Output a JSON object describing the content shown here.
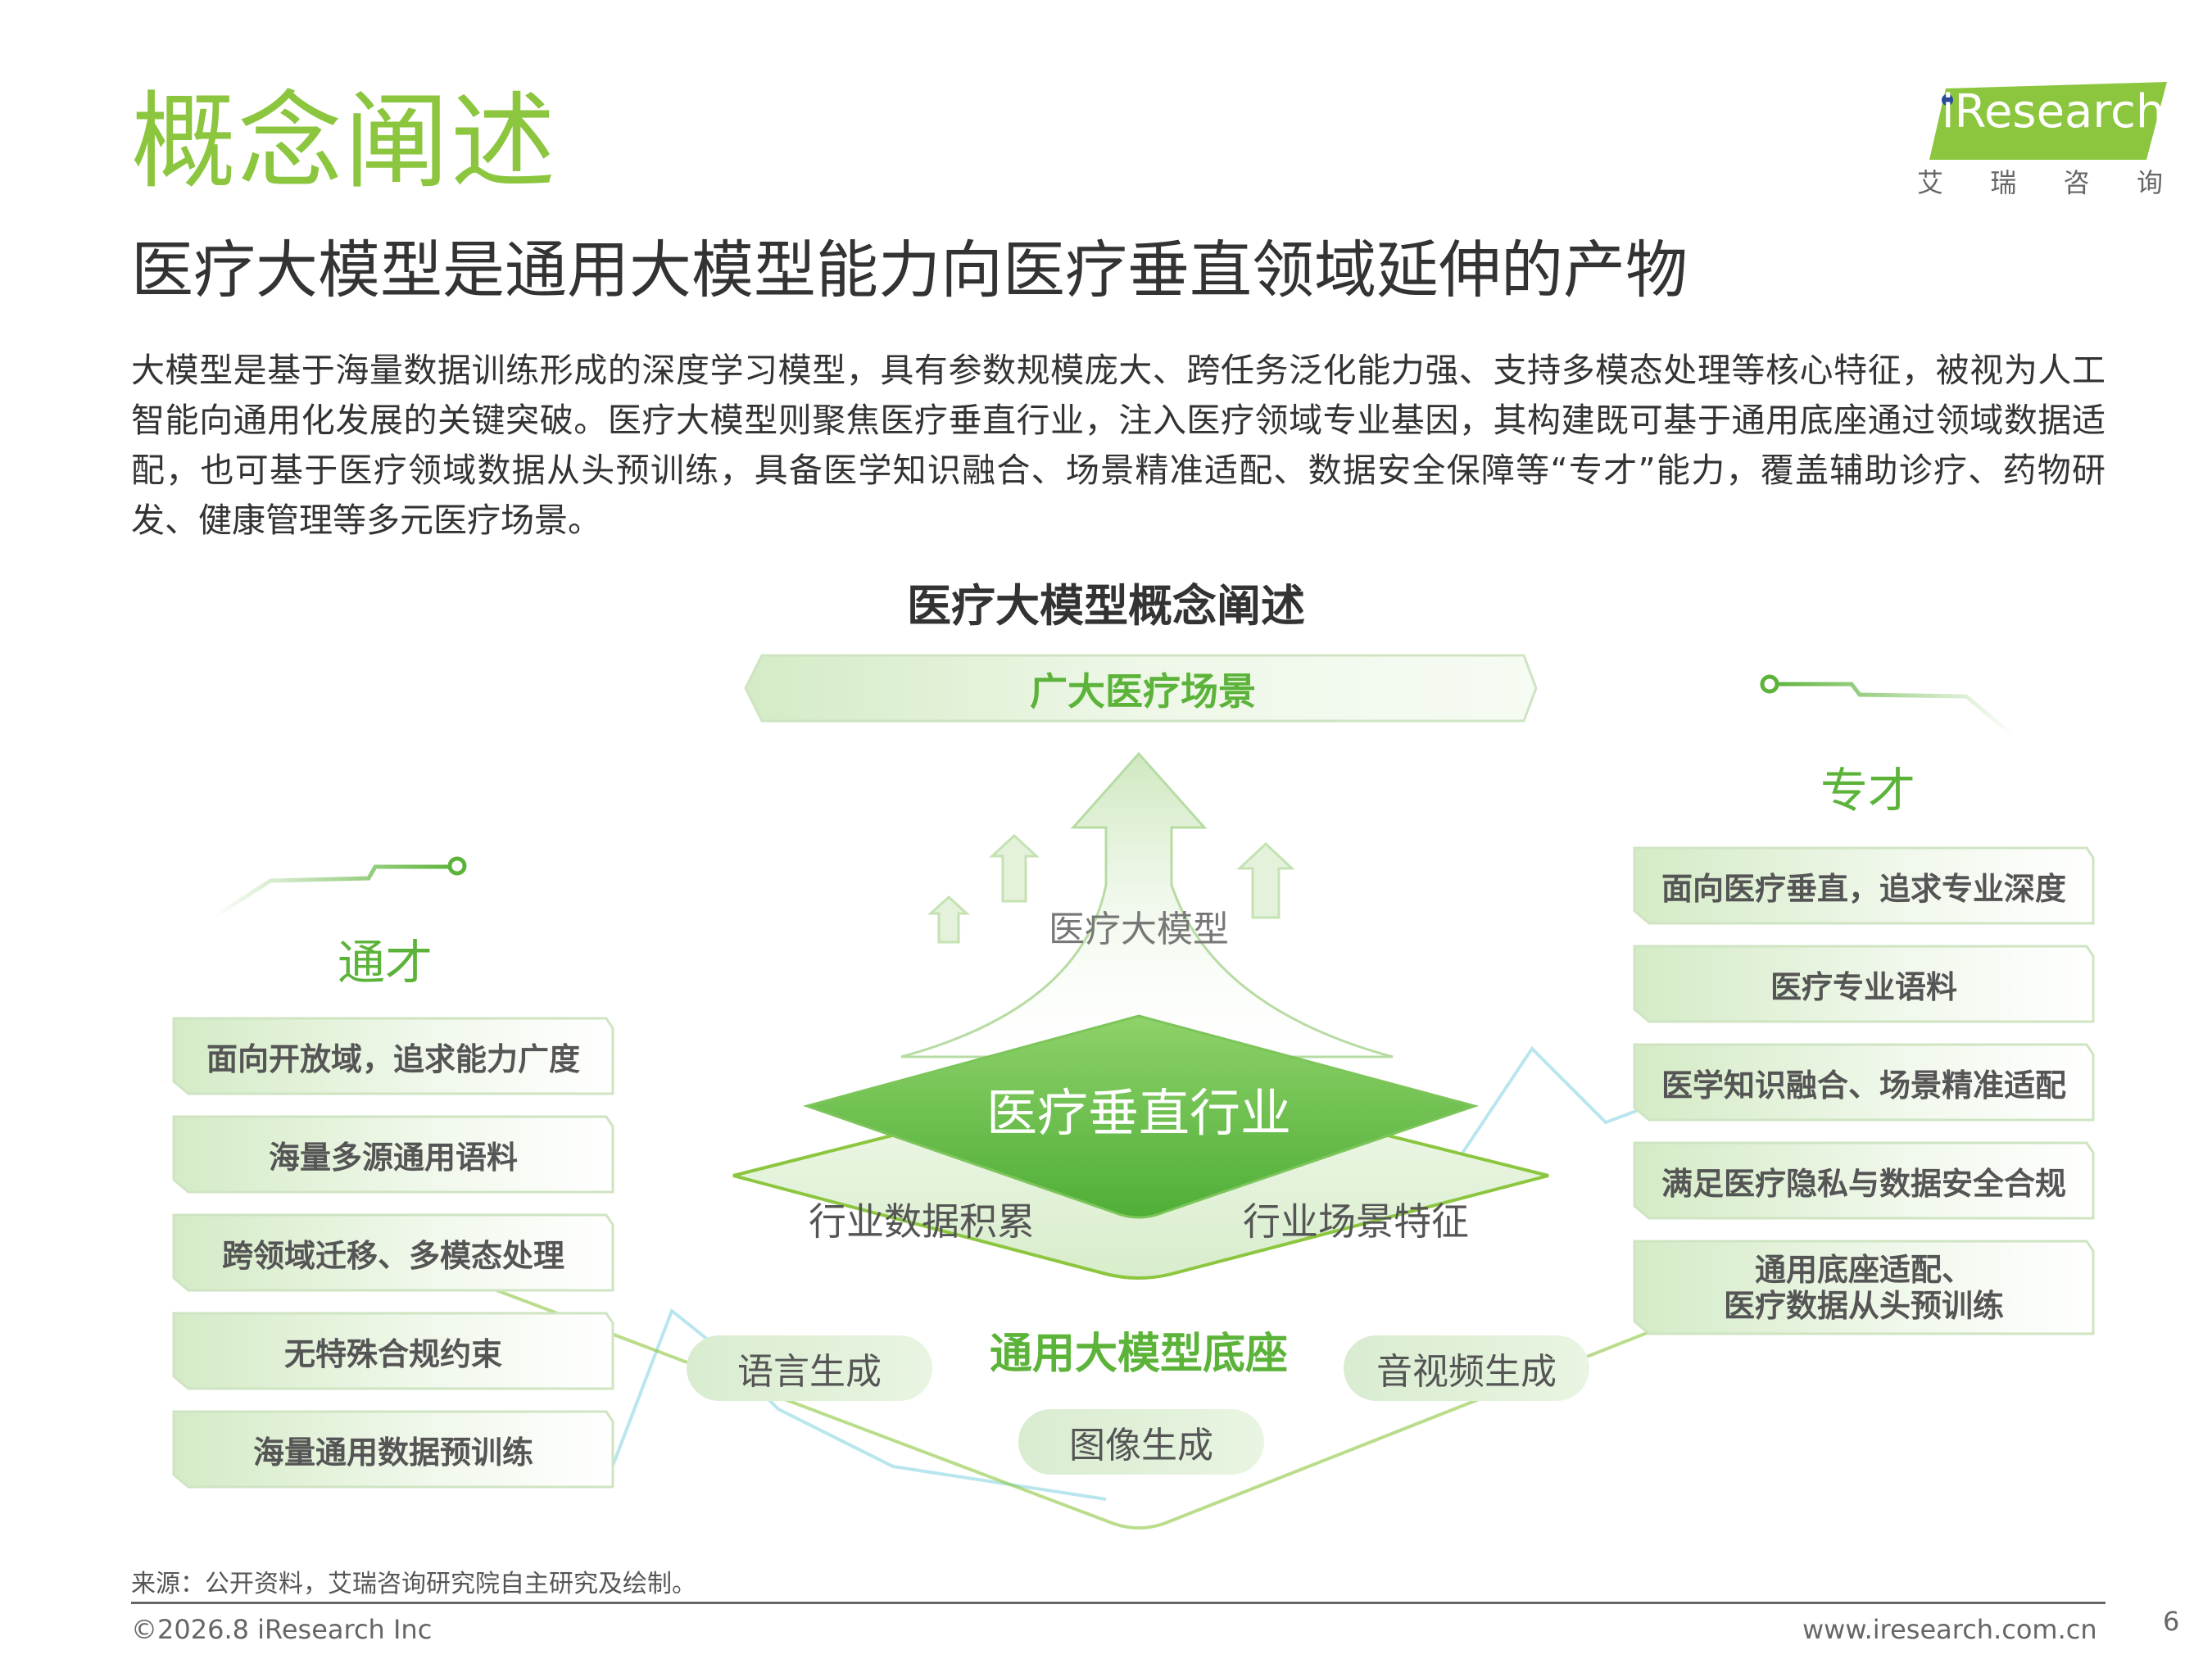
{
  "header": {
    "title": "概念阐述",
    "subtitle": "医疗大模型是通用大模型能力向医疗垂直领域延伸的产物",
    "body": "大模型是基于海量数据训练形成的深度学习模型，具有参数规模庞大、跨任务泛化能力强、支持多模态处理等核心特征，被视为人工智能向通用化发展的关键突破。医疗大模型则聚焦医疗垂直行业，注入医疗领域专业基因，其构建既可基于通用底座通过领域数据适配，也可基于医疗领域数据从头预训练，具备医学知识融合、场景精准适配、数据安全保障等“专才”能力，覆盖辅助诊疗、药物研发、健康管理等多元医疗场景。"
  },
  "logo": {
    "brand": "iResearch",
    "cn_chars": [
      "艾",
      "瑞",
      "咨",
      "询"
    ]
  },
  "diagram": {
    "title": "医疗大模型概念阐述",
    "top_banner": "广大医疗场景",
    "arrow_label": "医疗大模型",
    "vertical_label": "医疗垂直行业",
    "data_label": "行业数据积累",
    "scene_label": "行业场景特征",
    "base_label": "通用大模型底座",
    "pills": [
      "语言生成",
      "图像生成",
      "音视频生成"
    ],
    "left": {
      "heading": "通才",
      "items": [
        "面向开放域，追求能力广度",
        "海量多源通用语料",
        "跨领域迁移、多模态处理",
        "无特殊合规约束",
        "海量通用数据预训练"
      ]
    },
    "right": {
      "heading": "专才",
      "items": [
        "面向医疗垂直，追求专业深度",
        "医疗专业语料",
        "医学知识融合、场景精准适配",
        "满足医疗隐私与数据安全合规",
        "通用底座适配、",
        "医疗数据从头预训练"
      ]
    }
  },
  "footer": {
    "source": "来源：公开资料，艾瑞咨询研究院自主研究及绘制。",
    "copyright": "©2026.8 iResearch Inc",
    "website": "www.iresearch.com.cn",
    "page": "6"
  },
  "colors": {
    "accent_green": "#8cc63f",
    "dark_green": "#5cb33a",
    "cyan_line": "#a8e0ea"
  }
}
